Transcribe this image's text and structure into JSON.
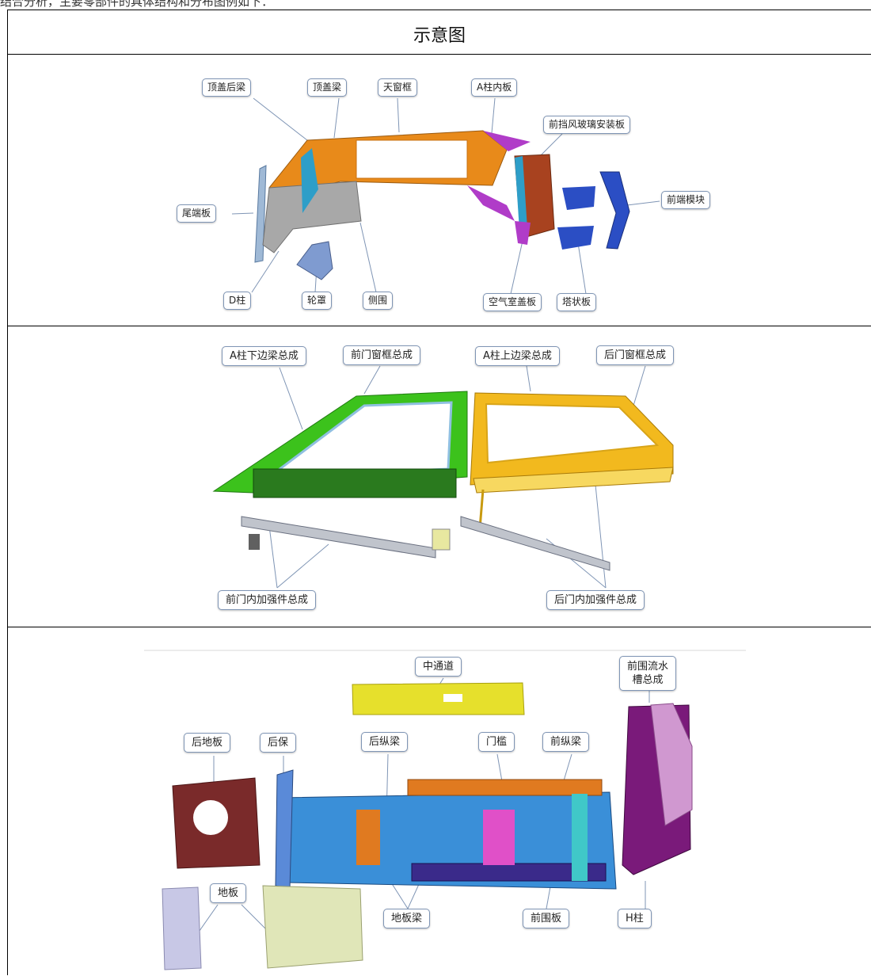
{
  "top_text": "结合分析，主要零部件的具体结构和分布图例如下：",
  "table": {
    "header": "示意图"
  },
  "figure1": {
    "callouts": [
      "顶盖后梁",
      "顶盖梁",
      "天窗框",
      "A柱内板",
      "前挡风玻璃安装板",
      "尾端板",
      "前端模块",
      "D柱",
      "轮罩",
      "侧围",
      "空气室盖板",
      "塔状板"
    ],
    "colors": {
      "roof": "#e88a1a",
      "pillar": "#b03cc8",
      "frame": "#2e9ec8",
      "body": "#9a9a9a",
      "module": "#2b4ec4"
    }
  },
  "figure2": {
    "callouts": [
      "A柱下边梁总成",
      "前门窗框总成",
      "A柱上边梁总成",
      "后门窗框总成",
      "前门内加强件总成",
      "后门内加强件总成"
    ],
    "colors": {
      "front": "#3cc21c",
      "rear": "#f2b91e",
      "sill": "#c0c4cc"
    }
  },
  "figure3": {
    "callouts": [
      "中通道",
      "前围流水\n槽总成",
      "后地板",
      "后保",
      "后纵梁",
      "门槛",
      "前纵梁",
      "地板",
      "地板梁",
      "前围板",
      "H柱"
    ],
    "colors": {
      "tunnel": "#e6e02c",
      "rearfloor": "#7a2a2a",
      "frame": "#3a8fd8",
      "dash": "#7a1a7a",
      "floor": "#c8c8e6",
      "floor2": "#e0e6b8"
    }
  }
}
